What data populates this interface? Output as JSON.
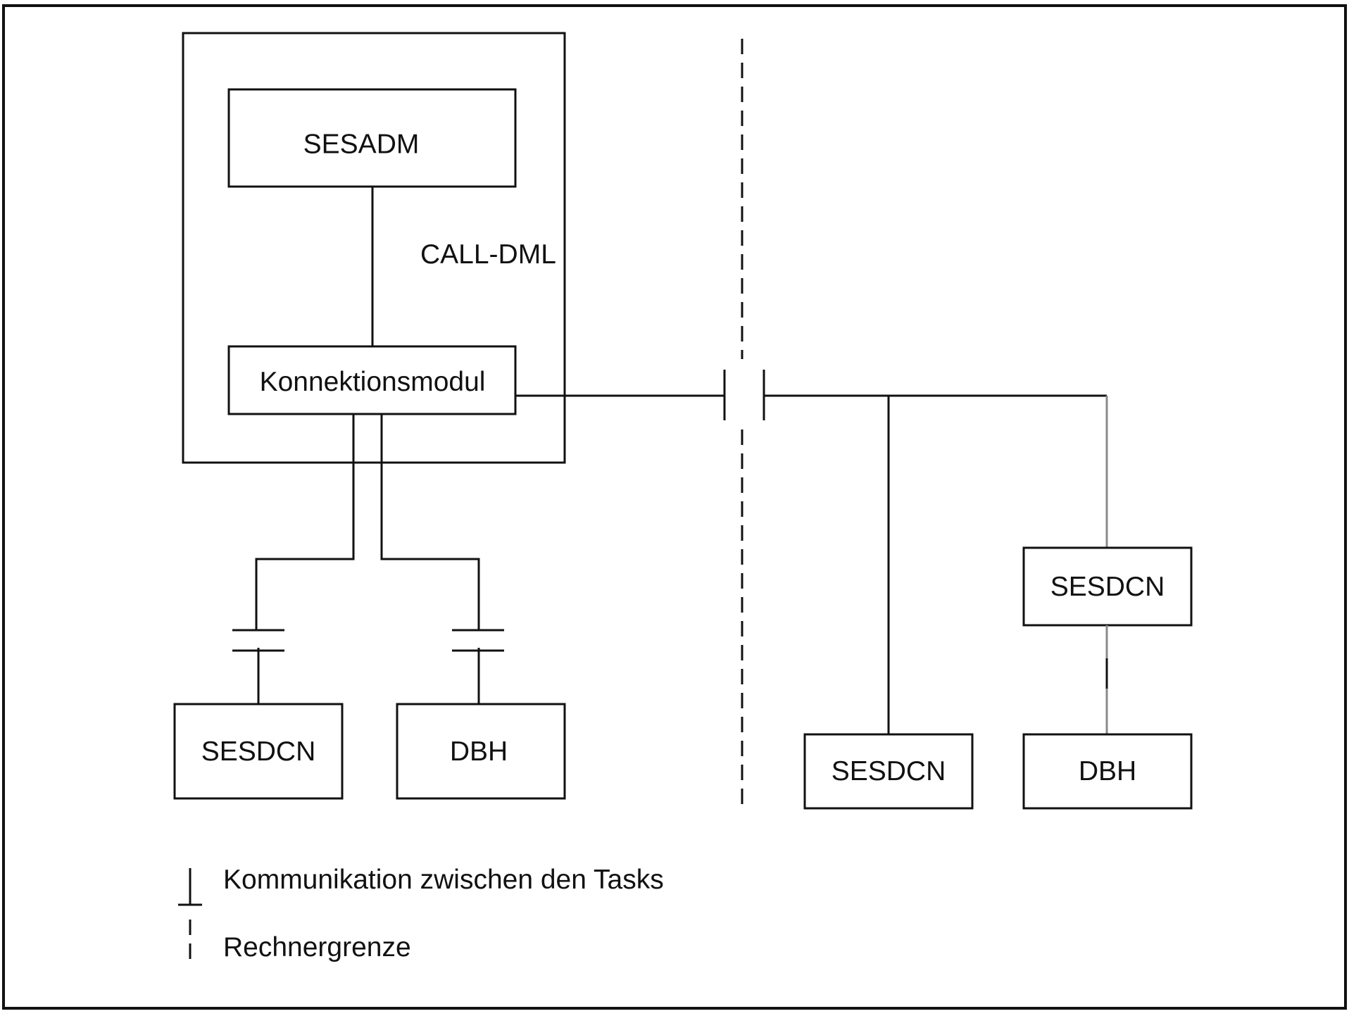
{
  "diagram": {
    "nodes": {
      "sesadm": "SESADM",
      "konnektionsmodul": "Konnektionsmodul",
      "sesdcn_local": "SESDCN",
      "dbh_local": "DBH",
      "sesdcn_remote_upper": "SESDCN",
      "sesdcn_remote_lower": "SESDCN",
      "dbh_remote": "DBH"
    },
    "call_label": "CALL-DML",
    "legend": {
      "task_communication": "Kommunikation zwischen den Tasks",
      "computer_boundary": "Rechnergrenze"
    }
  }
}
